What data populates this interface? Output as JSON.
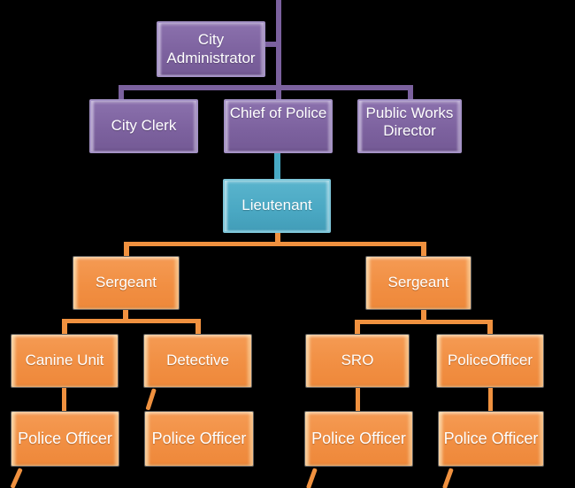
{
  "diagram_type": "org-chart",
  "background": "#000000",
  "palette": {
    "purple_fill": "#7C619E",
    "purple_border": "#A492C5",
    "teal_fill": "#4BACC6",
    "teal_border": "#7FC7DA",
    "orange_fill": "#F0913F",
    "orange_border": "#5E5E5E",
    "text": "#FFFFFF",
    "connector_purple": "#7B619E",
    "connector_teal": "#48AAC5",
    "connector_orange": "#F0913F"
  },
  "nodes": {
    "city_administrator": {
      "label": "City Administrator",
      "color": "#7C619E"
    },
    "city_clerk": {
      "label": "City Clerk",
      "color": "#7C619E"
    },
    "chief_of_police": {
      "label": "Chief of Police",
      "color": "#7C619E"
    },
    "public_works_director": {
      "label": "Public Works Director",
      "color": "#7C619E"
    },
    "lieutenant": {
      "label": "Lieutenant",
      "color": "#4BACC6"
    },
    "sergeant_left": {
      "label": "Sergeant",
      "color": "#F0913F"
    },
    "sergeant_right": {
      "label": "Sergeant",
      "color": "#F0913F"
    },
    "canine_unit": {
      "label": "Canine Unit",
      "color": "#F0913F"
    },
    "detective": {
      "label": "Detective",
      "color": "#F0913F"
    },
    "sro": {
      "label": "SRO",
      "color": "#F0913F"
    },
    "police_officer_row5": {
      "label": "PoliceOfficer",
      "color": "#F0913F"
    },
    "police_officer_1": {
      "label": "Police Officer",
      "color": "#F0913F"
    },
    "police_officer_2": {
      "label": "Police Officer",
      "color": "#F0913F"
    },
    "police_officer_3": {
      "label": "Police Officer",
      "color": "#F0913F"
    },
    "police_officer_4": {
      "label": "Police Officer",
      "color": "#F0913F"
    }
  },
  "edges": [
    {
      "from": "trunk_top_offscreen",
      "to": "city_administrator"
    },
    {
      "from": "trunk_top_offscreen",
      "to": "city_clerk"
    },
    {
      "from": "trunk_top_offscreen",
      "to": "chief_of_police"
    },
    {
      "from": "trunk_top_offscreen",
      "to": "public_works_director"
    },
    {
      "from": "chief_of_police",
      "to": "lieutenant"
    },
    {
      "from": "lieutenant",
      "to": "sergeant_left"
    },
    {
      "from": "lieutenant",
      "to": "sergeant_right"
    },
    {
      "from": "sergeant_left",
      "to": "canine_unit"
    },
    {
      "from": "sergeant_left",
      "to": "detective"
    },
    {
      "from": "sergeant_right",
      "to": "sro"
    },
    {
      "from": "sergeant_right",
      "to": "police_officer_row5"
    },
    {
      "from": "canine_unit",
      "to": "police_officer_1"
    },
    {
      "from": "detective",
      "to": "police_officer_2"
    },
    {
      "from": "sro",
      "to": "police_officer_3"
    },
    {
      "from": "police_officer_row5",
      "to": "police_officer_4"
    },
    {
      "from": "police_officer_1",
      "to": "offscreen_bottom"
    },
    {
      "from": "police_officer_3",
      "to": "offscreen_bottom"
    },
    {
      "from": "police_officer_4",
      "to": "offscreen_bottom"
    }
  ]
}
